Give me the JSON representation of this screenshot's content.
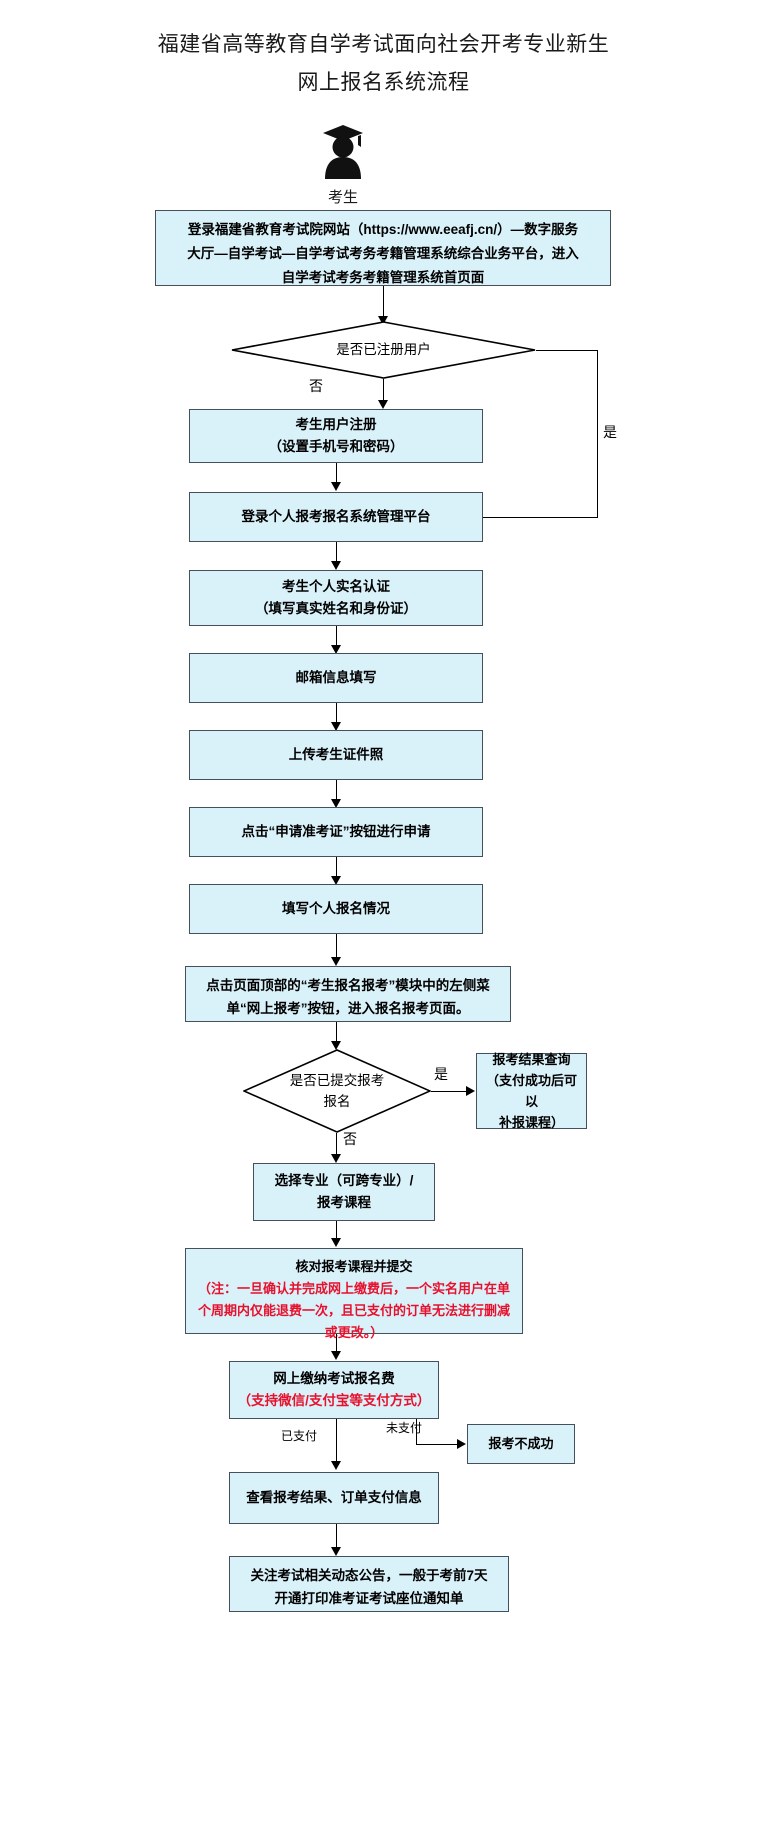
{
  "title": {
    "line1": "福建省高等教育自学考试面向社会开考专业新生",
    "line2": "网上报名系统流程"
  },
  "actor": {
    "icon": "graduate-student-icon",
    "label": "考生"
  },
  "colors": {
    "node_fill": "#d9f2fa",
    "node_border": "#45505c",
    "highlight_text": "#e8112d",
    "connector": "#000000"
  },
  "chart_data": {
    "type": "diagram",
    "title": "福建省高等教育自学考试面向社会开考专业新生网上报名系统流程",
    "subtype": "flowchart"
  },
  "nodes": {
    "n1_login_site": {
      "kind": "process",
      "line1": "登录福建省教育考试院网站（https://www.eeafj.cn/）—数字服务",
      "line2": "大厅—自学考试—自学考试考务考籍管理系统综合业务平台，进入",
      "line3": "自学考试考务考籍管理系统首页面"
    },
    "d1_registered": {
      "kind": "decision",
      "line1": "是否已注册用户"
    },
    "n2_user_register": {
      "kind": "process",
      "line1": "考生用户注册",
      "line2": "（设置手机号和密码）"
    },
    "n3_login_platform": {
      "kind": "process",
      "line1": "登录个人报考报名系统管理平台"
    },
    "n4_realname": {
      "kind": "process",
      "line1": "考生个人实名认证",
      "line2": "（填写真实姓名和身份证）"
    },
    "n5_email": {
      "kind": "process",
      "line1": "邮箱信息填写"
    },
    "n6_photo": {
      "kind": "process",
      "line1": "上传考生证件照"
    },
    "n7_apply_card": {
      "kind": "process",
      "line1": "点击“申请准考证”按钮进行申请"
    },
    "n8_fill_info": {
      "kind": "process",
      "line1": "填写个人报名情况"
    },
    "n9_enter_page": {
      "kind": "process",
      "line1": "点击页面顶部的“考生报名报考”模块中的左侧菜",
      "line2": "单“网上报考”按钮，进入报名报考页面。"
    },
    "d2_submitted": {
      "kind": "decision",
      "line1": "是否已提交报考",
      "line2": "报名"
    },
    "n10_result_query": {
      "kind": "process",
      "line1": "报考结果查询",
      "line2_prefix": "（",
      "line2_red": "支付成功后",
      "line2_suffix": "可以",
      "line3": "补报课程）"
    },
    "n11_choose_major": {
      "kind": "process",
      "line1": "选择专业（可跨专业）/",
      "line2": "报考课程"
    },
    "n12_verify_submit": {
      "kind": "process",
      "line1": "核对报考课程并提交",
      "line2": "（注：一旦确认并完成网上缴费后，一个实名用户在单",
      "line3": "个周期内仅能退费一次，且已支付的订单无法进行删减",
      "line4": "或更改。）"
    },
    "n13_pay": {
      "kind": "process",
      "line1": "网上缴纳考试报名费",
      "line2": "（支持微信/支付宝等支付方式）"
    },
    "n14_failed": {
      "kind": "process",
      "line1": "报考不成功"
    },
    "n15_view_result": {
      "kind": "process",
      "line1": "查看报考结果、订单支付信息"
    },
    "n16_notice": {
      "kind": "process",
      "line1": "关注考试相关动态公告，一般于考前7天",
      "line2": "开通打印准考证考试座位通知单"
    }
  },
  "edges": {
    "d1_no": "否",
    "d1_yes": "是",
    "d2_yes": "是",
    "d2_no": "否",
    "paid": "已支付",
    "unpaid": "未支付"
  }
}
